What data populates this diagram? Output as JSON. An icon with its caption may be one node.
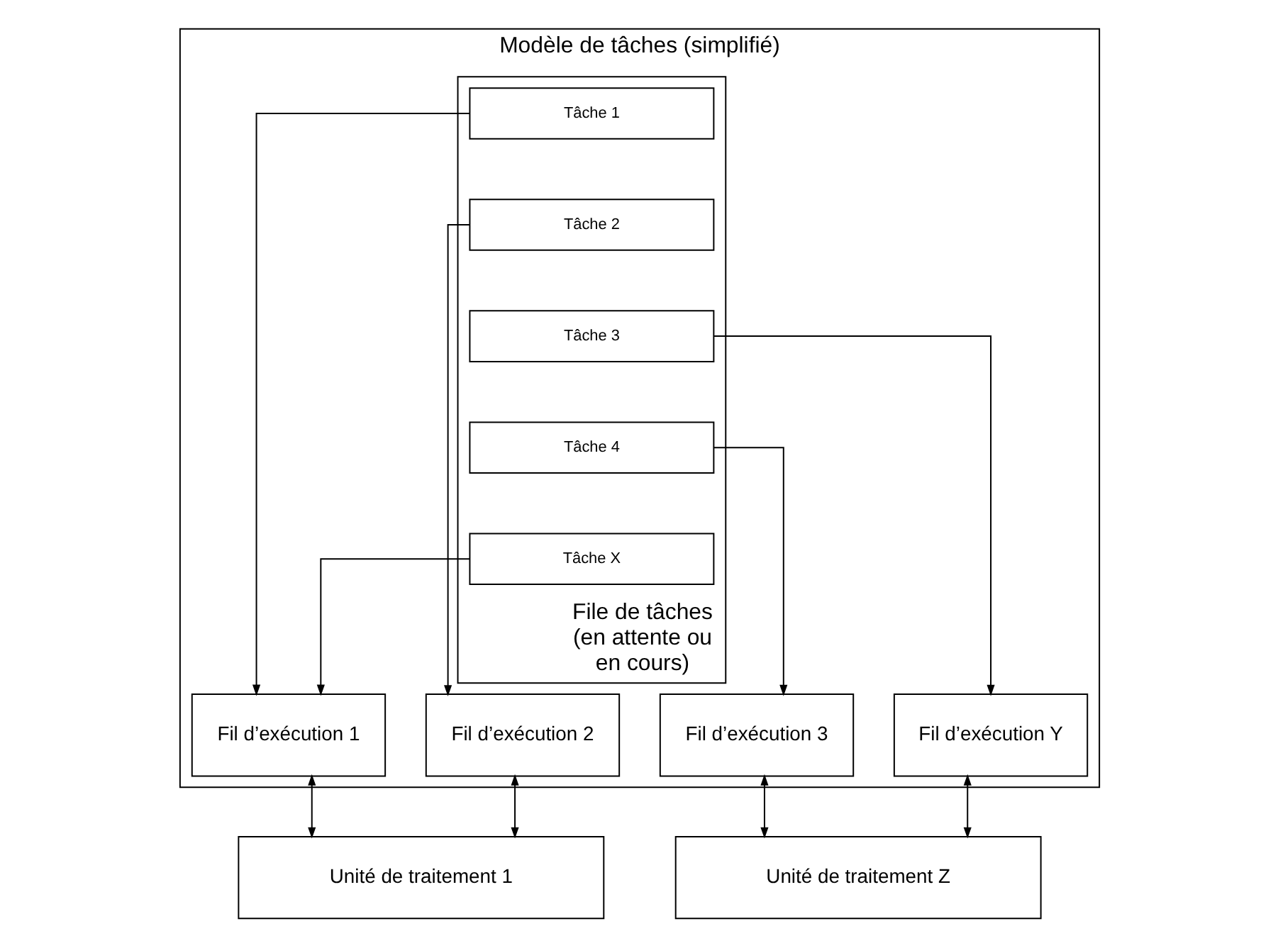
{
  "diagram": {
    "nodes": [
      {
        "text": [
          "Modèle de tâches (simplifié)"
        ]
      },
      {
        "text": [
          "File de tâches (en attente ou en cours)"
        ],
        "in": 0
      },
      {
        "text": [
          "Tâche 1"
        ],
        "in": 1
      },
      {
        "text": [
          "Tâche 2"
        ],
        "in": 1
      },
      {
        "text": [
          "Tâche 3"
        ],
        "in": 1
      },
      {
        "text": [
          "Tâche 4"
        ],
        "in": 1
      },
      {
        "text": [
          "Tâche X"
        ],
        "in": 1
      },
      {
        "text": [
          "Fil d’exécution 1"
        ],
        "in": 0
      },
      {
        "text": [
          "Fil d’exécution 2"
        ],
        "in": 0
      },
      {
        "text": [
          "Fil d’exécution 3"
        ],
        "in": 0
      },
      {
        "text": [
          "Fil d’exécution Y"
        ],
        "in": 0
      },
      {
        "text": [
          "Unité de traitement 1"
        ]
      },
      {
        "text": [
          "Unité de traitement Z"
        ]
      }
    ],
    "edges": [
      {
        "from": 2,
        "to": 7,
        "arrow": "to"
      },
      {
        "from": 3,
        "to": 8,
        "arrow": "to"
      },
      {
        "from": 4,
        "to": 10,
        "arrow": "to"
      },
      {
        "from": 5,
        "to": 9,
        "arrow": "to"
      },
      {
        "from": 6,
        "to": 7,
        "arrow": "to"
      },
      {
        "from": 7,
        "to": 11,
        "arrow": "both"
      },
      {
        "from": 8,
        "to": 11,
        "arrow": "both"
      },
      {
        "from": 9,
        "to": 12,
        "arrow": "both"
      },
      {
        "from": 10,
        "to": 12,
        "arrow": "both"
      }
    ]
  }
}
